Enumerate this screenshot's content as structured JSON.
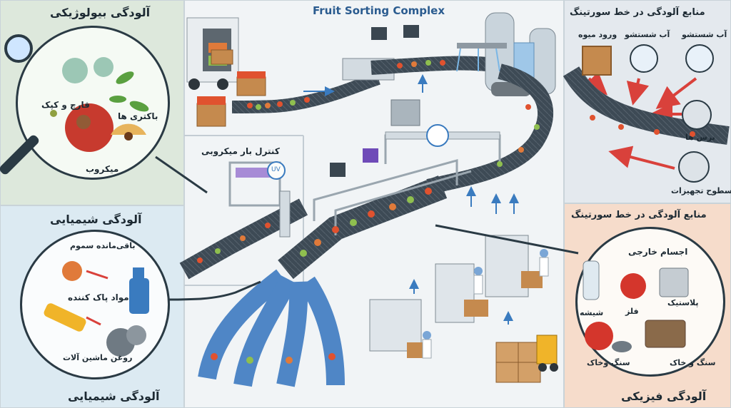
{
  "title": "Fruit Sorting Complex",
  "biological": {
    "heading": "آلودگی بیولوژیکی",
    "fungus": "قارچ و کپک",
    "bacteria": "باکتری ها",
    "microbe": "میکروب"
  },
  "chemical": {
    "heading": "آلودگی شیمیایی",
    "pesticide": "باقی‌مانده سموم",
    "detergent": "مواد پاک کننده",
    "oil": "روغن ماشین آلات",
    "footer": "آلودگی شیمیایی"
  },
  "sources_top": {
    "heading": "منابع آلودگی در خط سورتینگ",
    "fruit_entry": "ورود میوه",
    "wash_water_1": "آب شستشو",
    "wash_water_2": "آب شستشو",
    "brushes": "برس ها",
    "equipment": "سطوح تجهیزات"
  },
  "sources_bottom": {
    "heading": "منابع آلودگی در خط سورتینگ",
    "foreign": "اجسام خارجی",
    "glass": "شیشه",
    "metal": "فلز",
    "plastic": "پلاستیک",
    "stone": "سنگ و خاک",
    "stone2": "سنگ وخاک",
    "footer": "آلودگی فیزیکی"
  },
  "microbial_control": "کنترل بار میکروبی",
  "center_badge": "UV",
  "colors": {
    "bio_bg": "#dde8dc",
    "chem_bg": "#dceaf2",
    "sources_top_bg": "#e4e9ee",
    "physical_bg": "#f6dccb",
    "belt": "#3d4a55",
    "frame": "#c7d0d6",
    "red_arrow": "#d9413b",
    "blue_accent": "#3a7bbf"
  }
}
